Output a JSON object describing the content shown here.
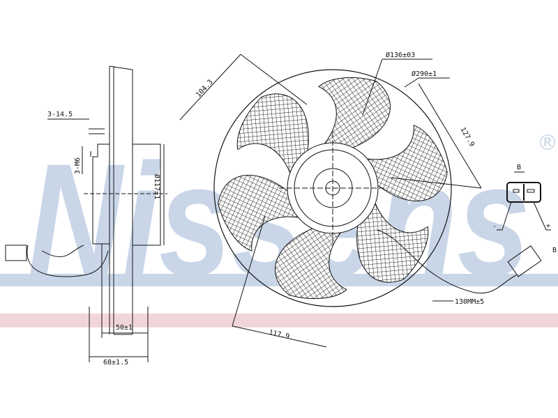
{
  "watermark": {
    "brand": "Nissens",
    "registered": "®",
    "band_blue": "#c9d6e8",
    "band_pink": "#f2d5db"
  },
  "dimensions": {
    "hub_diameter": "Ø136±03",
    "fan_diameter": "Ø290±1",
    "blade_offset_top": "104.3",
    "blade_offset_right": "127.9",
    "blade_offset_bottom": "117.9",
    "cable_length": "130MM±5",
    "motor_depth": "50±1",
    "total_depth": "68±1.5",
    "motor_diameter": "Ø117±1",
    "bolt_spacing": "3-14.5",
    "bolt_thread": "3-M6"
  },
  "connector": {
    "view_label": "B",
    "minus": "-",
    "plus": "+",
    "ref_label": "B"
  }
}
